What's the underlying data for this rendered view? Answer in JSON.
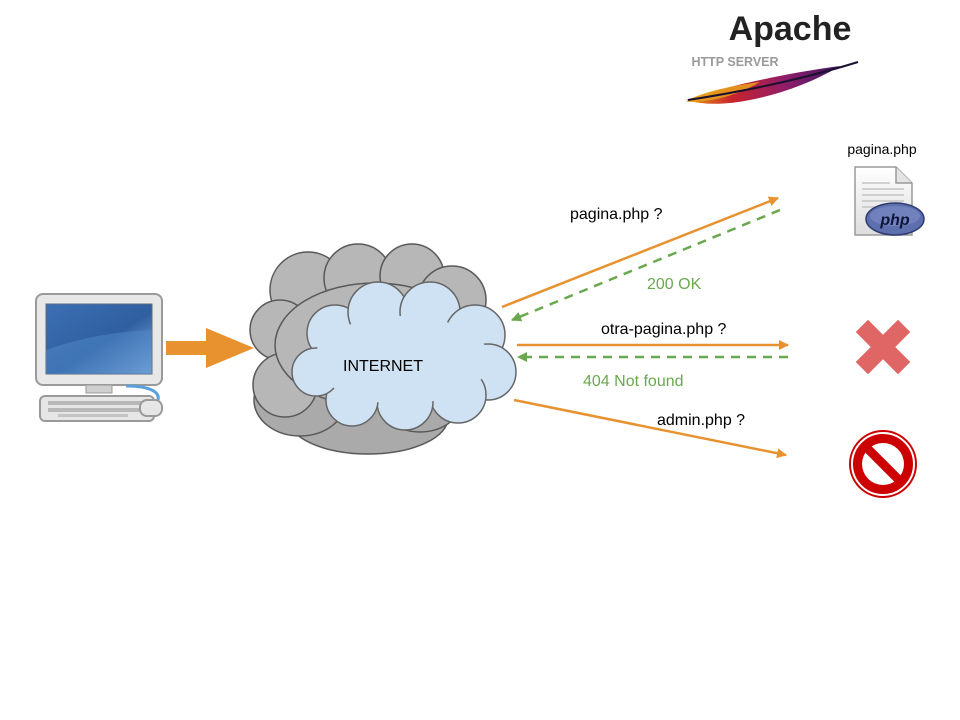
{
  "logo": {
    "name": "Apache",
    "subtitle": "HTTP SERVER"
  },
  "cloud": {
    "label": "INTERNET"
  },
  "requests": [
    {
      "request": "pagina.php ?",
      "response": "200 OK",
      "outcome": "php-file"
    },
    {
      "request": "otra-pagina.php ?",
      "response": "404 Not found",
      "outcome": "not-found"
    },
    {
      "request": "admin.php ?",
      "response": "",
      "outcome": "forbidden"
    }
  ],
  "resource": {
    "filename": "pagina.php",
    "badge": "php"
  },
  "colors": {
    "request_arrow": "#e8912f",
    "response_arrow": "#6aa84f",
    "response_text": "#6aa84f",
    "error_mark": "#e06666",
    "forbidden_sign": "#cc0000"
  }
}
